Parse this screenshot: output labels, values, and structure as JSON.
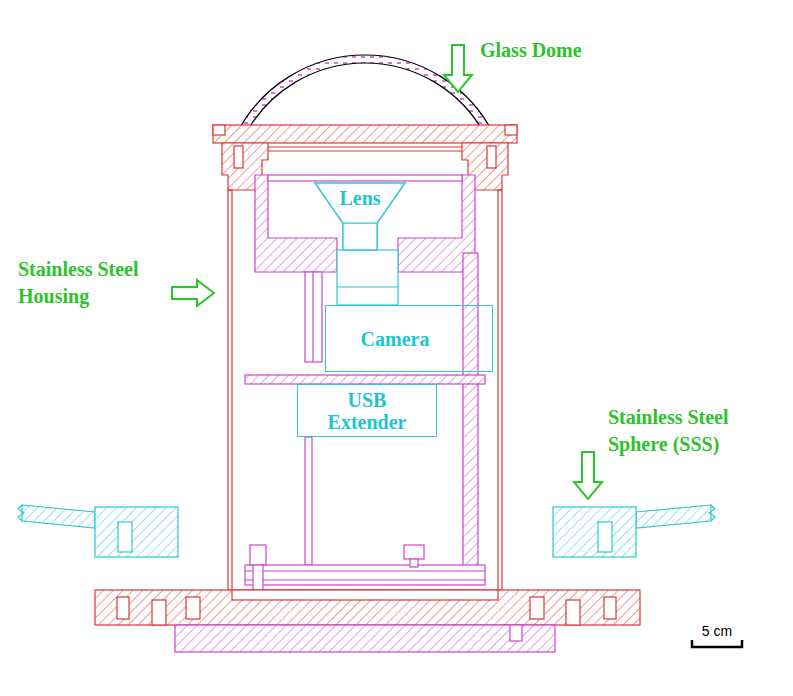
{
  "diagram": {
    "nodes": [
      {
        "text": [
          "Lens"
        ]
      },
      {
        "text": [
          "Camera"
        ]
      },
      {
        "text": [
          "USB Extender"
        ]
      }
    ],
    "labels": [
      "Glass Dome",
      "Stainless Steel Housing",
      "Stainless Steel Sphere (SSS)",
      "5 cm"
    ]
  }
}
